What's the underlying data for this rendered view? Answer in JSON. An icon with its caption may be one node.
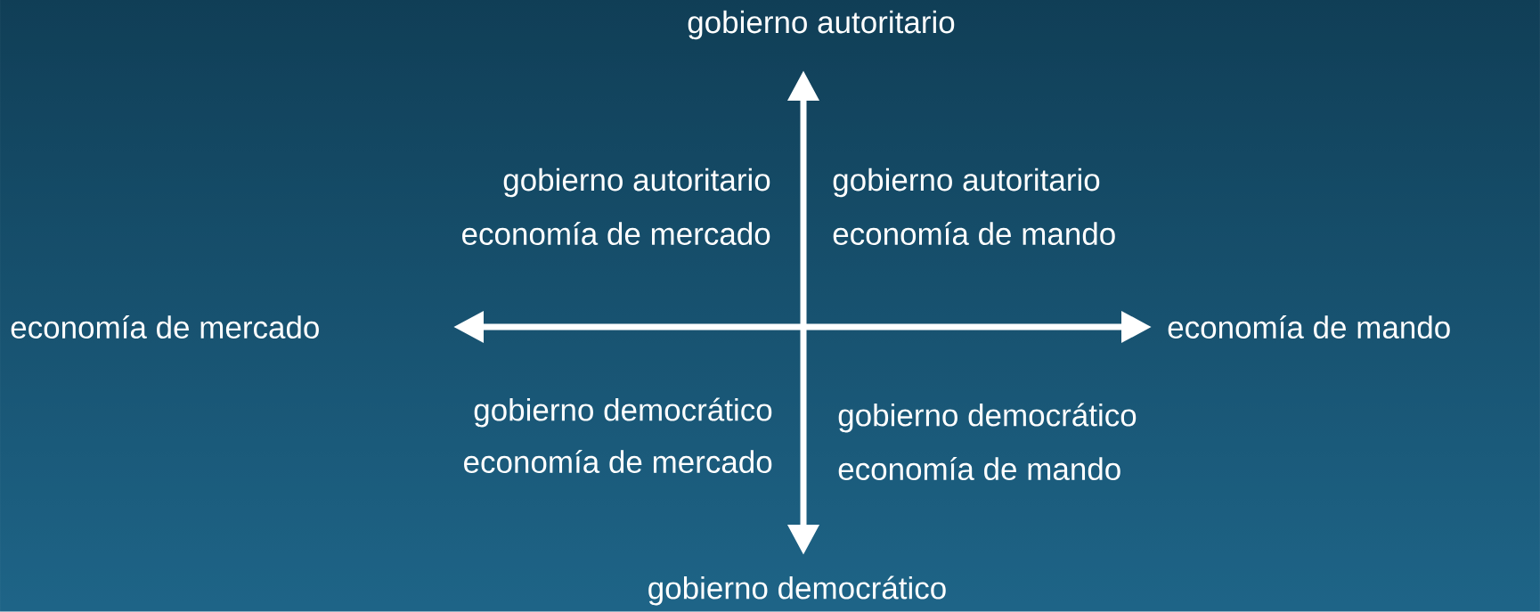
{
  "diagram": {
    "labels": [
      "gobierno autoritario",
      "gobierno autoritario",
      "gobierno autoritario",
      "economía de mercado",
      "economía de mando",
      "economía de mercado",
      "economía de mando",
      "gobierno democrático",
      "gobierno democrático",
      "economía de mercado",
      "economía de mando",
      "gobierno democrático"
    ]
  }
}
